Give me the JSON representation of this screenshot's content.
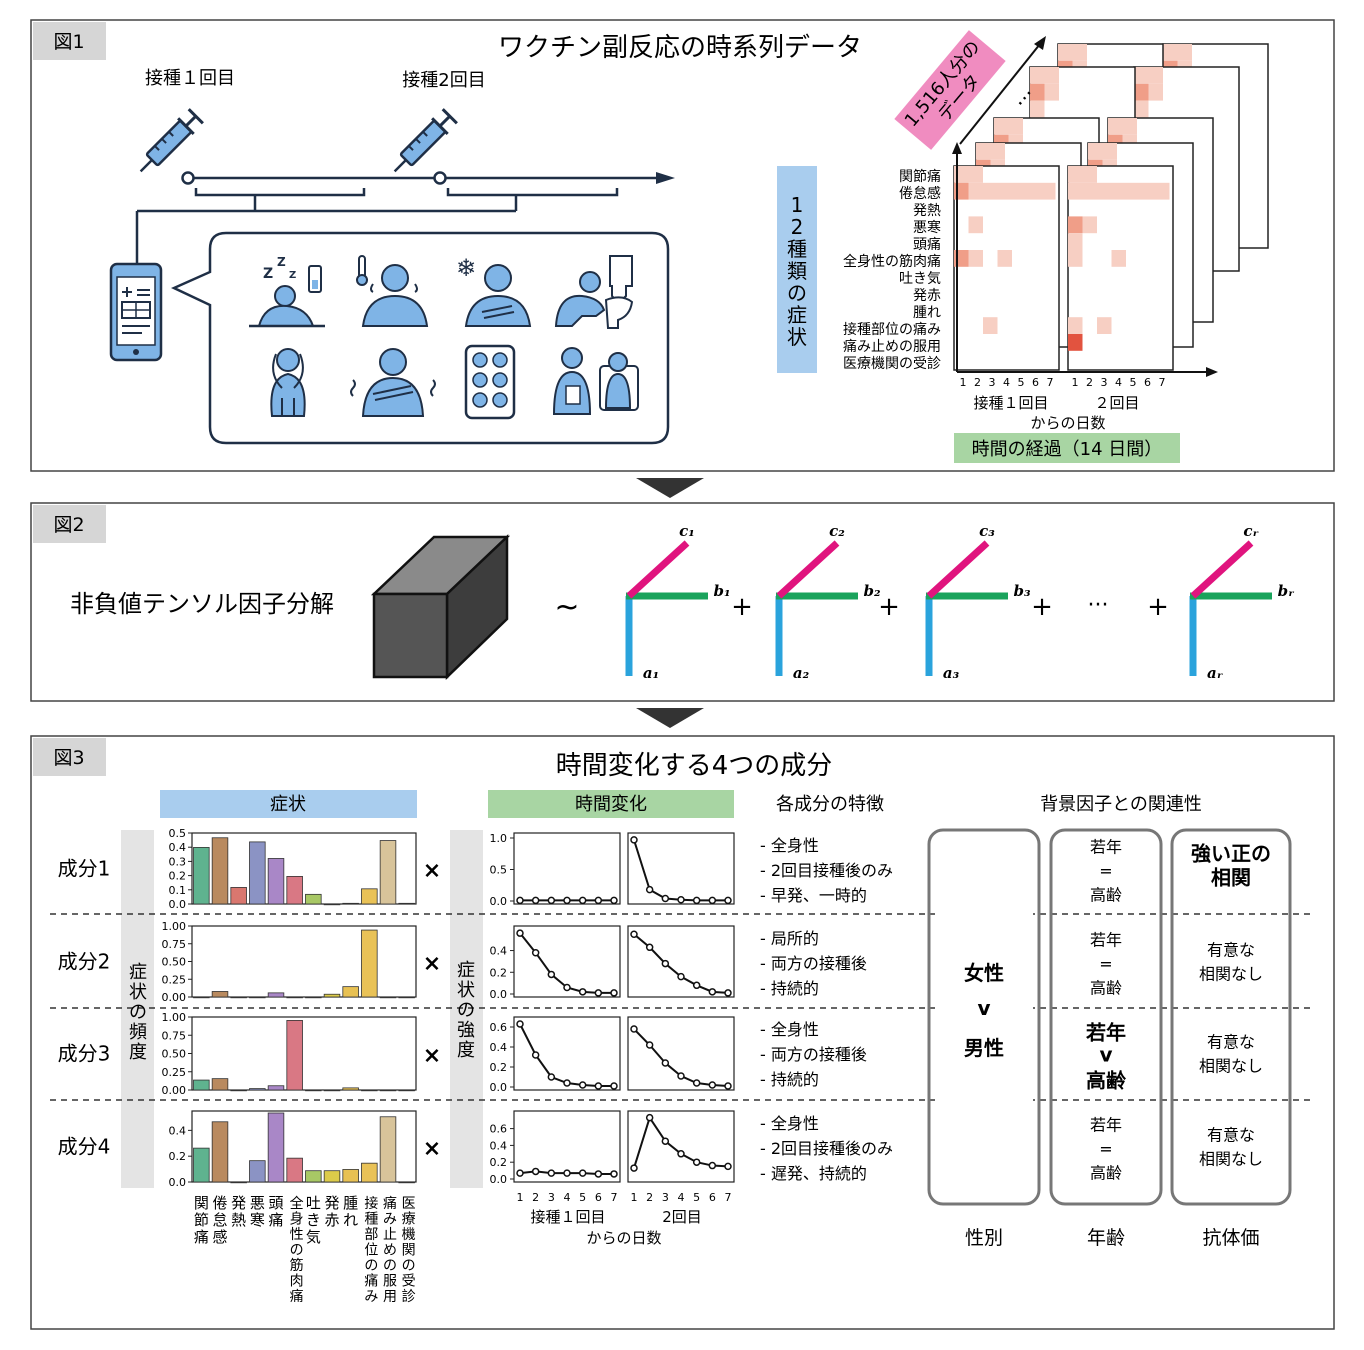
{
  "fig1": {
    "tag": "図1",
    "title": "ワクチン副反応の時系列データ",
    "dose1": "接種１回目",
    "dose2": "接種2回目",
    "people": "1,516人分の\nデータ",
    "symptom_count_label": "12種類の症状",
    "symptoms": [
      "関節痛",
      "倦怠感",
      "発熱",
      "悪寒",
      "頭痛",
      "全身性の筋肉痛",
      "吐き気",
      "発赤",
      "腫れ",
      "接種部位の痛み",
      "痛み止めの服用",
      "医療機関の受診"
    ],
    "day_ticks": [
      "1",
      "2",
      "3",
      "4",
      "5",
      "6",
      "7"
    ],
    "x_label_dose1": "接種１回目",
    "x_label_dose2": "２回目",
    "x_label_days": "からの日数",
    "time_label": "時間の経過（14 日間）",
    "ellipsis": "…",
    "colors": {
      "accent_pink": "#e84f9a",
      "heat_light": "#f7cfc3",
      "heat_mid": "#f09e88",
      "heat_dark": "#e2533f",
      "symptom_box": "#a9cdee",
      "time_box": "#a8d5a3"
    }
  },
  "fig2": {
    "tag": "図2",
    "title": "非負値テンソル因子分解",
    "approx": "~",
    "plus": "+",
    "dots": "···",
    "factors": [
      {
        "a": "a₁",
        "b": "b₁",
        "c": "c₁"
      },
      {
        "a": "a₂",
        "b": "b₂",
        "c": "c₂"
      },
      {
        "a": "a₃",
        "b": "b₃",
        "c": "c₃"
      },
      {
        "a": "aᵣ",
        "b": "bᵣ",
        "c": "cᵣ"
      }
    ],
    "colors": {
      "a": "#2aa3dc",
      "b": "#1aa35c",
      "c": "#e0147e",
      "cube": "#555555"
    }
  },
  "fig3": {
    "tag": "図3",
    "title": "時間変化する4つの成分",
    "headers": {
      "symptoms": "症状",
      "time": "時間変化",
      "features": "各成分の特徴",
      "background": "背景因子との関連性"
    },
    "freq_label": "症状の頻度",
    "intensity_label": "症状の強度",
    "times_sign": "×",
    "symptom_labels": [
      "関節痛",
      "倦怠感",
      "発熱",
      "悪寒",
      "頭痛",
      "全身性の筋肉痛",
      "吐き気",
      "発赤",
      "腫れ",
      "接種部位の痛み",
      "痛み止めの服用",
      "医療機関の受診"
    ],
    "bar_colors": [
      "#5fb38f",
      "#b98a5f",
      "#d9776f",
      "#8b93c4",
      "#a987c7",
      "#d97884",
      "#a8c865",
      "#dccb4a",
      "#e8c153",
      "#e9c257",
      "#d8c49a",
      "#bbbbbb"
    ],
    "day_ticks": [
      "1",
      "2",
      "3",
      "4",
      "5",
      "6",
      "7"
    ],
    "x_dose1": "接種１回目",
    "x_dose2": "2回目",
    "x_days": "からの日数",
    "components": [
      {
        "name": "成分1",
        "yticks": [
          "0.5",
          "0.4",
          "0.3",
          "0.2",
          "0.1",
          "0.0"
        ],
        "ymax": 0.5,
        "bars": [
          0.41,
          0.48,
          0.12,
          0.45,
          0.33,
          0.2,
          0.07,
          0.0,
          0.005,
          0.11,
          0.46,
          0.005
        ],
        "line_ticks": [
          "1.0",
          "0.5",
          "0.0"
        ],
        "line_max": 1.0,
        "dose1": [
          0.01,
          0.01,
          0.01,
          0.01,
          0.01,
          0.01,
          0.01
        ],
        "dose2": [
          0.97,
          0.18,
          0.04,
          0.02,
          0.01,
          0.01,
          0.01
        ],
        "features": [
          "- 全身性",
          "- 2回目接種後のみ",
          "- 早発、一時的"
        ],
        "age": {
          "top": "若年",
          "mid": "=",
          "bottom": "高齢",
          "bold": false
        },
        "antibody": {
          "text": "強い正の\n相関",
          "bold": true
        }
      },
      {
        "name": "成分2",
        "yticks": [
          "1.00",
          "0.75",
          "0.50",
          "0.25",
          "0.00"
        ],
        "ymax": 1.0,
        "bars": [
          0.0,
          0.08,
          0.0,
          0.0,
          0.06,
          0.0,
          0.0,
          0.04,
          0.15,
          0.97,
          0.0,
          0.0
        ],
        "line_ticks": [
          "0.4",
          "0.2",
          "0.0"
        ],
        "line_max": 0.58,
        "dose1": [
          0.56,
          0.38,
          0.18,
          0.06,
          0.02,
          0.01,
          0.01
        ],
        "dose2": [
          0.55,
          0.43,
          0.28,
          0.16,
          0.08,
          0.02,
          0.01
        ],
        "features": [
          "- 局所的",
          "- 両方の接種後",
          "- 持続的"
        ],
        "age": {
          "top": "若年",
          "mid": "=",
          "bottom": "高齢",
          "bold": false
        },
        "antibody": {
          "text": "有意な\n相関なし",
          "bold": false
        }
      },
      {
        "name": "成分3",
        "yticks": [
          "1.00",
          "0.75",
          "0.50",
          "0.25",
          "0.00"
        ],
        "ymax": 1.0,
        "bars": [
          0.14,
          0.16,
          0.0,
          0.02,
          0.06,
          0.98,
          0.0,
          0.0,
          0.03,
          0.0,
          0.0,
          0.0
        ],
        "line_ticks": [
          "0.6",
          "0.4",
          "0.2",
          "0.0"
        ],
        "line_max": 0.65,
        "dose1": [
          0.63,
          0.32,
          0.1,
          0.04,
          0.02,
          0.01,
          0.01
        ],
        "dose2": [
          0.58,
          0.42,
          0.24,
          0.11,
          0.04,
          0.02,
          0.01
        ],
        "features": [
          "- 全身性",
          "- 両方の接種後",
          "- 持続的"
        ],
        "age": {
          "top": "若年",
          "mid": "v",
          "bottom": "高齢",
          "bold": true
        },
        "antibody": {
          "text": "有意な\n相関なし",
          "bold": false
        }
      },
      {
        "name": "成分4",
        "yticks": [
          "0.4",
          "0.2",
          "0.0"
        ],
        "ymax": 0.55,
        "bars": [
          0.27,
          0.48,
          0.0,
          0.17,
          0.55,
          0.19,
          0.09,
          0.09,
          0.1,
          0.15,
          0.52,
          0.0
        ],
        "line_ticks": [
          "0.6",
          "0.4",
          "0.2",
          "0.0"
        ],
        "line_max": 0.75,
        "dose1": [
          0.07,
          0.09,
          0.07,
          0.07,
          0.07,
          0.06,
          0.06
        ],
        "dose2": [
          0.13,
          0.73,
          0.45,
          0.3,
          0.2,
          0.16,
          0.15
        ],
        "features": [
          "- 全身性",
          "- 2回目接種後のみ",
          "- 遅発、持続的"
        ],
        "age": {
          "top": "若年",
          "mid": "=",
          "bottom": "高齢",
          "bold": false
        },
        "antibody": {
          "text": "有意な\n相関なし",
          "bold": false
        }
      }
    ],
    "sex_top": "女性",
    "sex_mid": "v",
    "sex_bottom": "男性",
    "col_sex": "性別",
    "col_age": "年齢",
    "col_antibody": "抗体価"
  }
}
